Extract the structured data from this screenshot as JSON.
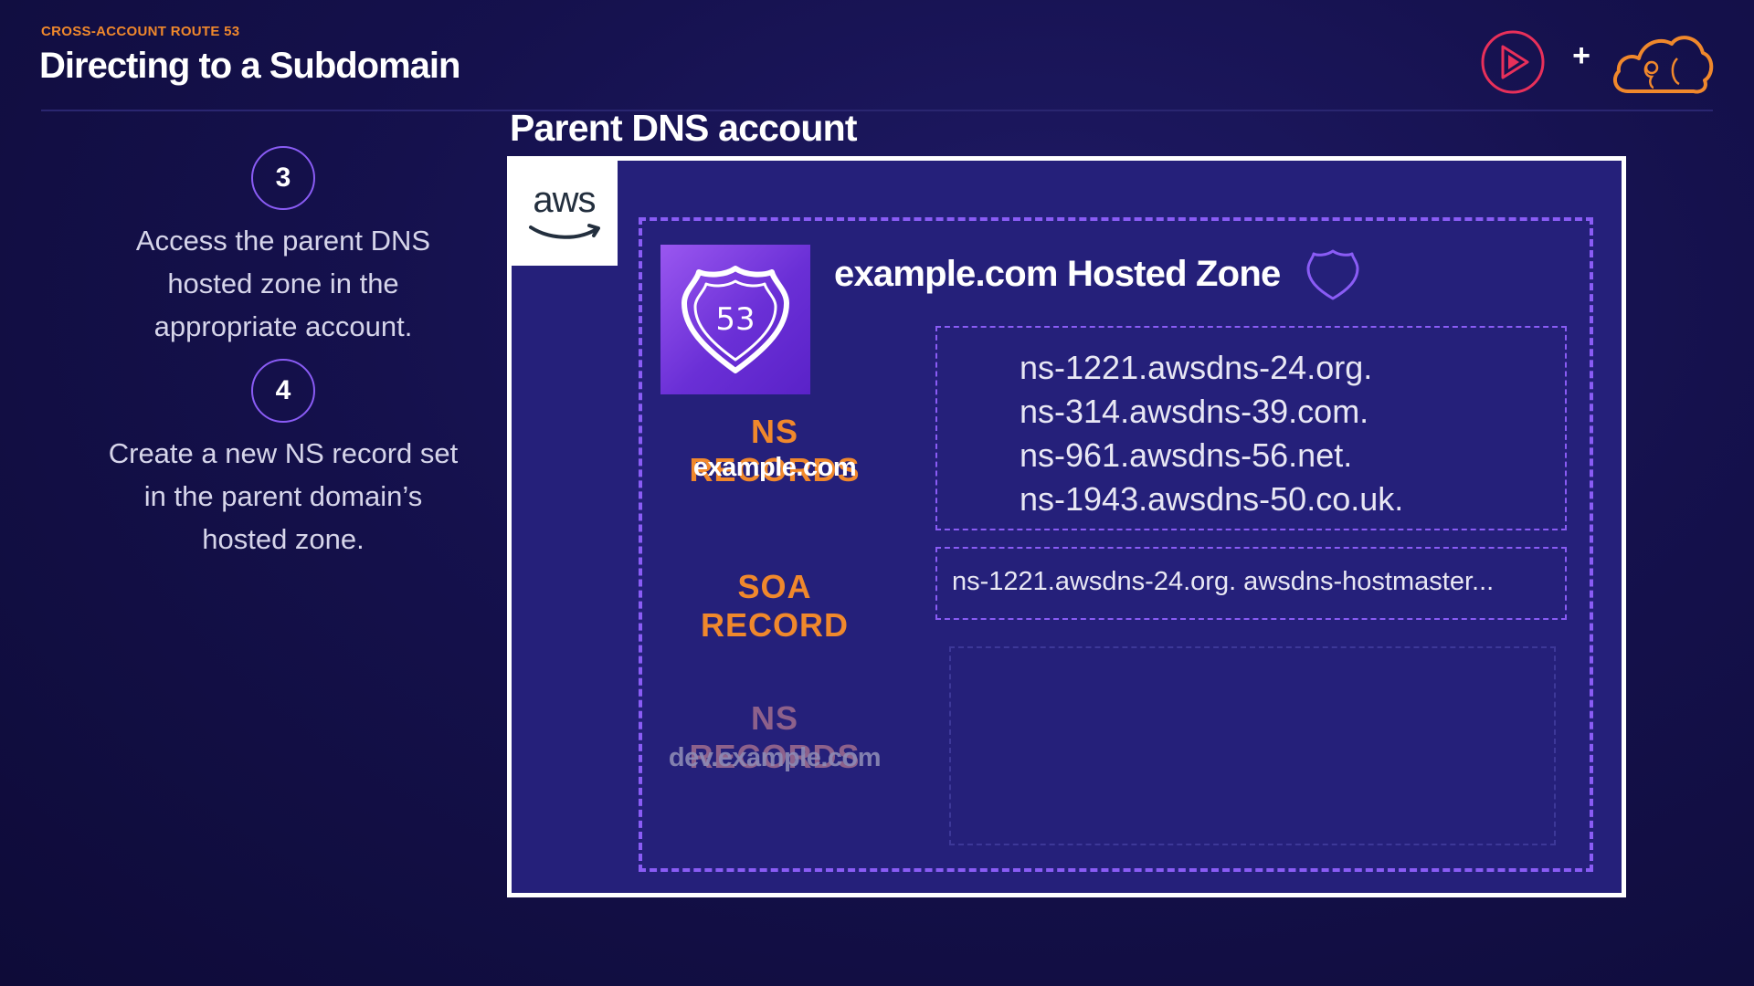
{
  "header": {
    "eyebrow": "CROSS-ACCOUNT ROUTE 53",
    "title": "Directing to a Subdomain"
  },
  "logos": {
    "plus": "+",
    "play_icon": "play-logo-icon",
    "cloud_icon": "cloud-logo-icon"
  },
  "steps": [
    {
      "number": "3",
      "text": "Access the parent DNS hosted zone in the appropriate account."
    },
    {
      "number": "4",
      "text": "Create a new NS record set in the parent domain’s hosted zone."
    }
  ],
  "account": {
    "title": "Parent DNS account",
    "badge": "aws"
  },
  "zone": {
    "title": "example.com Hosted Zone",
    "icon_text": "53",
    "ns_records": {
      "label": "NS RECORDS",
      "domain": "example.com",
      "values": [
        "ns-1221.awsdns-24.org.",
        "ns-314.awsdns-39.com.",
        "ns-961.awsdns-56.net.",
        "ns-1943.awsdns-50.co.uk."
      ]
    },
    "soa_record": {
      "label": "SOA RECORD",
      "value": "ns-1221.awsdns-24.org. awsdns-hostmaster..."
    },
    "new_ns_records": {
      "label": "NS RECORDS",
      "domain": "dev.example.com"
    }
  },
  "colors": {
    "accent_orange": "#f0882c",
    "accent_purple": "#8a5cf5",
    "background": "#15114d"
  }
}
